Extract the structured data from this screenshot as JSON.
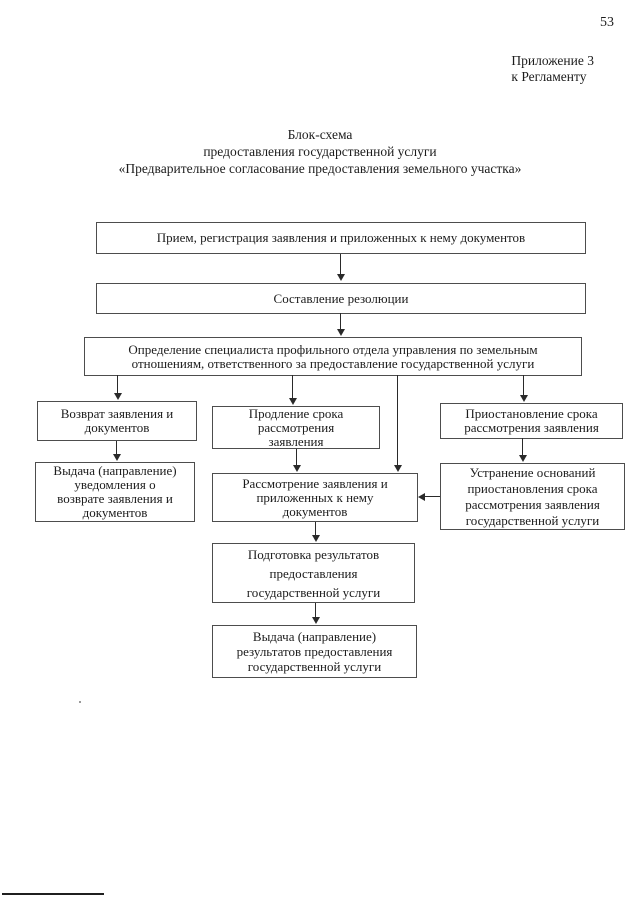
{
  "page": {
    "number": "53"
  },
  "header": {
    "annex_line1": "Приложение 3",
    "annex_line2": "к Регламенту"
  },
  "title": {
    "line1": "Блок-схема",
    "line2": "предоставления государственной услуги",
    "line3": "«Предварительное согласование предоставления земельного участка»"
  },
  "flowchart": {
    "ink_color": "#1c1c1c",
    "border_color": "#4d4d4d",
    "nodes": {
      "receive": {
        "lines": [
          "Прием, регистрация заявления и приложенных к нему документов"
        ]
      },
      "resolution": {
        "lines": [
          "Составление резолюции"
        ]
      },
      "assign": {
        "lines": [
          "Определение специалиста профильного отдела управления по земельным",
          "отношениям, ответственного за предоставление государственной услуги"
        ]
      },
      "return": {
        "lines": [
          "Возврат заявления и",
          "документов"
        ]
      },
      "extend": {
        "lines": [
          "Продление  срока",
          "рассмотрения",
          "заявления"
        ]
      },
      "suspend": {
        "lines": [
          "Приостановление срока",
          "рассмотрения заявления"
        ]
      },
      "notice": {
        "lines": [
          "Выдача (направление)",
          "уведомления о",
          "возврате заявления и",
          "документов"
        ]
      },
      "review": {
        "lines": [
          "Рассмотрение заявления и",
          "приложенных к нему",
          "документов"
        ]
      },
      "eliminate": {
        "lines": [
          "Устранение оснований",
          "приостановления  срока",
          "рассмотрения заявления",
          "государственной услуги"
        ]
      },
      "prepare": {
        "lines": [
          "Подготовка результатов",
          "предоставления",
          "государственной услуги"
        ]
      },
      "issue": {
        "lines": [
          "Выдача (направление)",
          "результатов предоставления",
          "государственной услуги"
        ]
      }
    }
  }
}
